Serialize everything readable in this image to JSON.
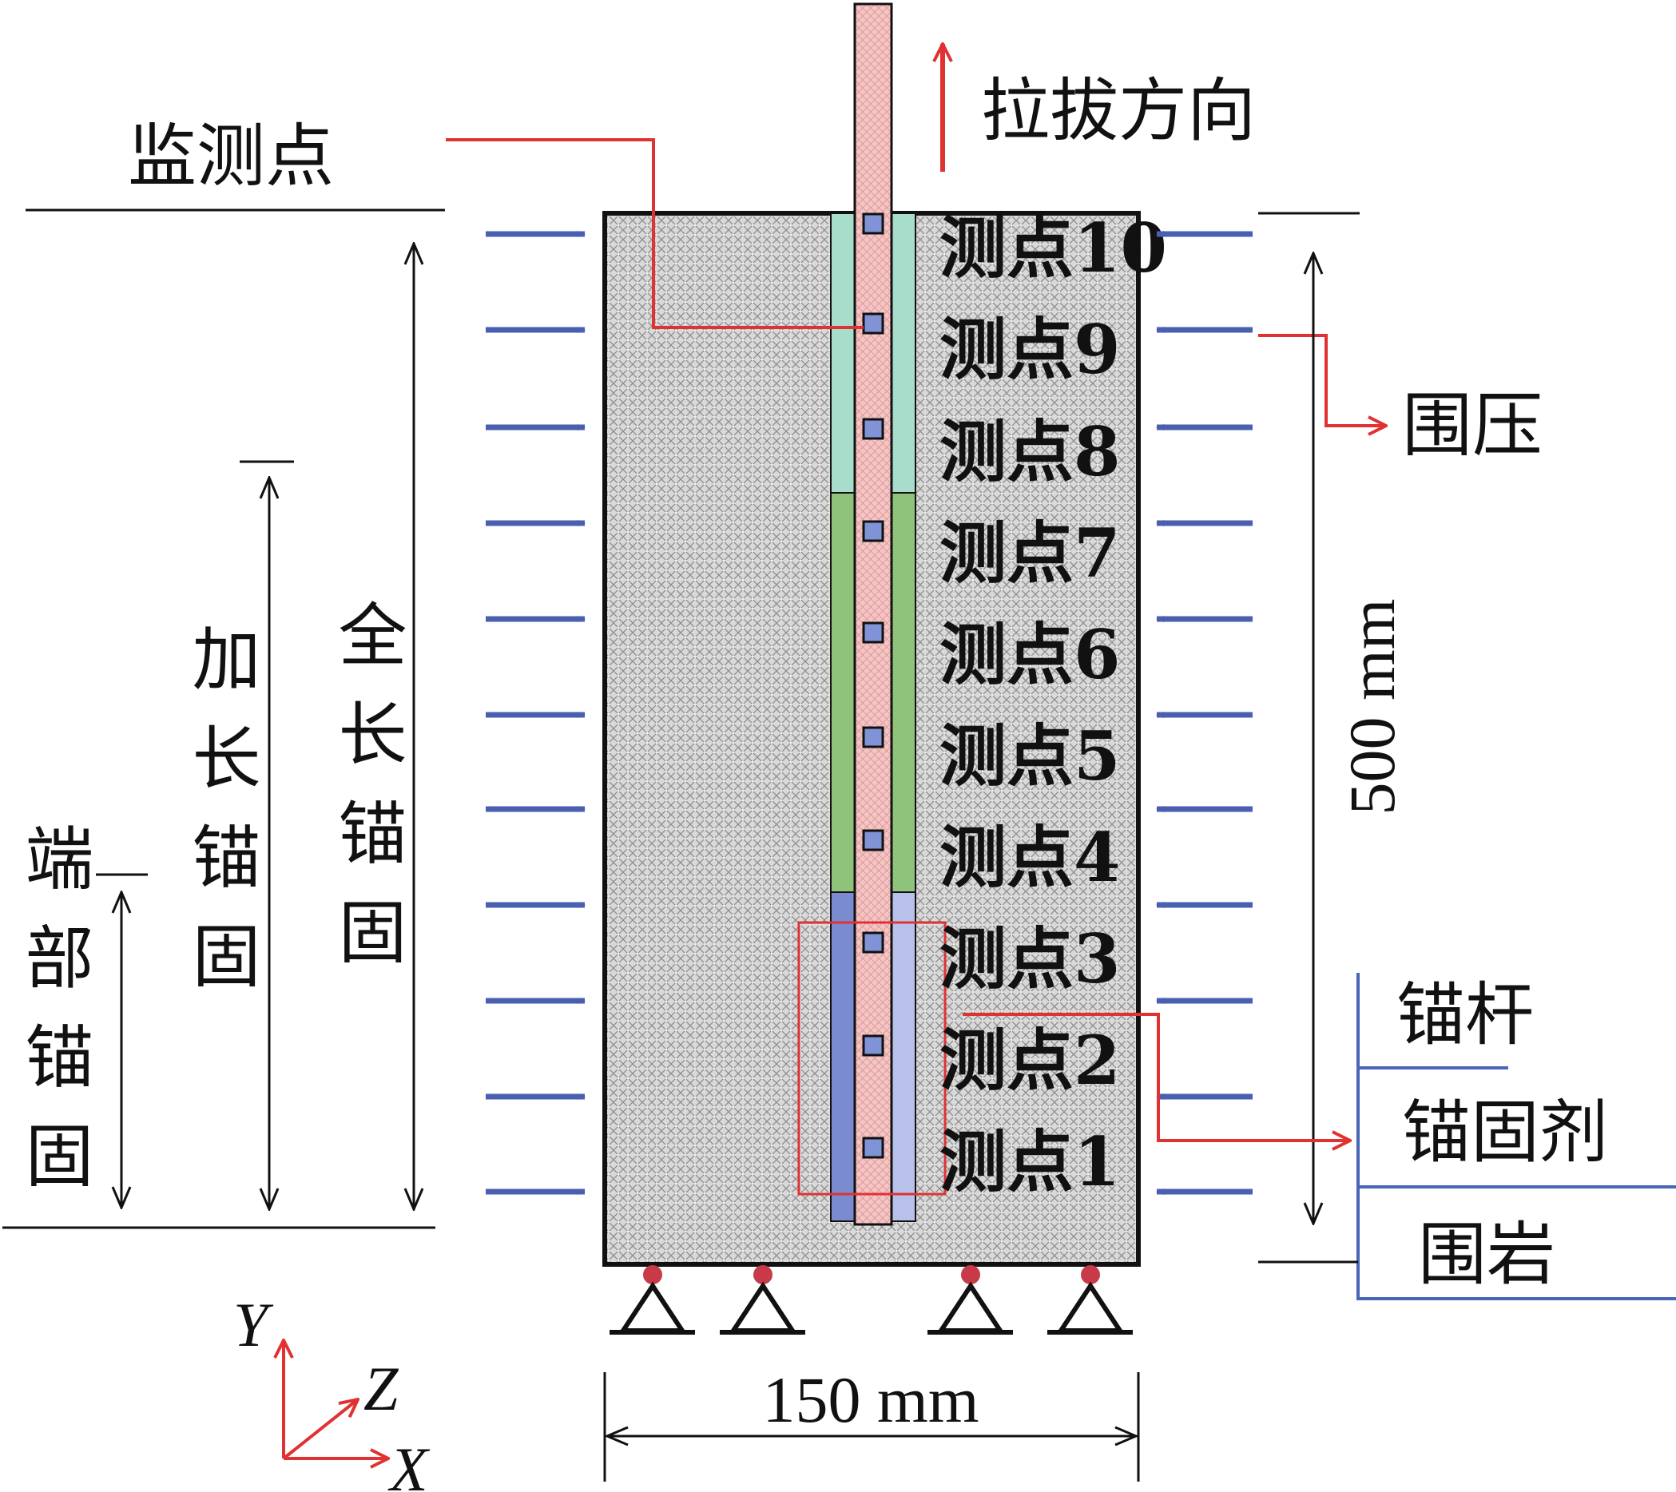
{
  "pull_direction_label": "拉拔方向",
  "monitoring_point_label": "监测点",
  "confining_pressure_label": "围压",
  "height_dimension": "500 mm",
  "width_dimension": "150 mm",
  "measure_points": [
    "测点10",
    "测点9",
    "测点8",
    "测点7",
    "测点6",
    "测点5",
    "测点4",
    "测点3",
    "测点2",
    "测点1"
  ],
  "anchorage_types": {
    "full": "全长锚固",
    "extended": "加长锚固",
    "end": "端部锚固"
  },
  "legend": {
    "bolt": "锚杆",
    "anchoring_agent": "锚固剂",
    "surrounding_rock": "围岩"
  },
  "axes": {
    "y": "Y",
    "z": "Z",
    "x": "X"
  },
  "colors": {
    "section_top": "#a8dccb",
    "section_middle": "#8fc27a",
    "section_bottom": "#a3aee0",
    "bolt": "#f3c6c6",
    "confining_arrow": "#4a5fb0",
    "highlight_red": "#e03232",
    "legend_line": "#4b66b8"
  }
}
